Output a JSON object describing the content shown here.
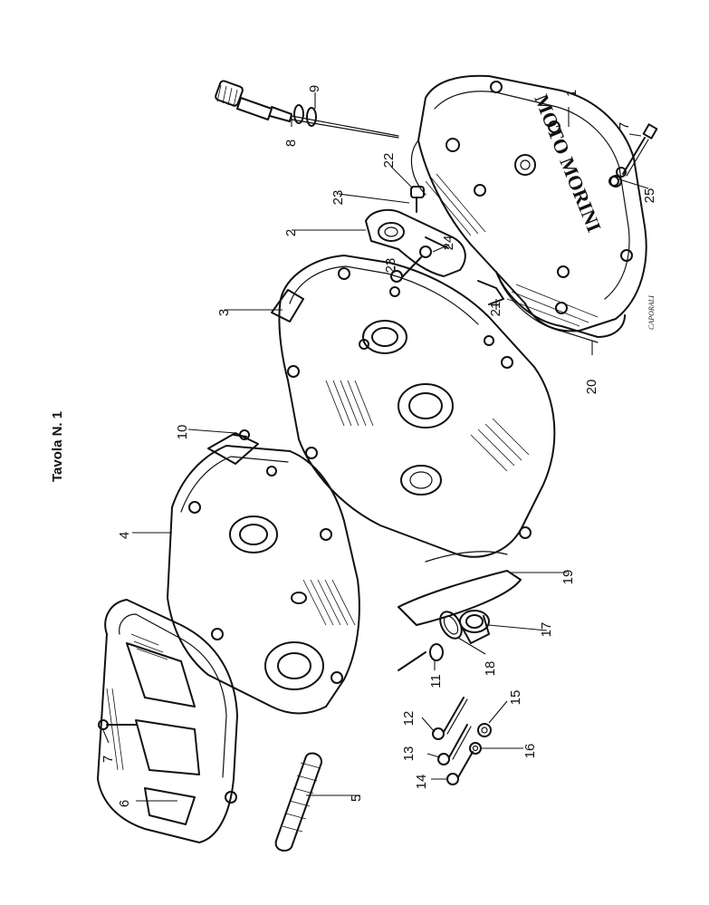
{
  "title": "Tavola N. 1",
  "signature": "CAPORALI",
  "logo_text": "MOTO MORINI",
  "part_numbers": [
    "1",
    "2",
    "3",
    "4",
    "5",
    "6",
    "7",
    "7",
    "8",
    "9",
    "10",
    "11",
    "12",
    "13",
    "14",
    "15",
    "16",
    "17",
    "18",
    "19",
    "20",
    "21",
    "22",
    "23",
    "23",
    "24",
    "25"
  ]
}
